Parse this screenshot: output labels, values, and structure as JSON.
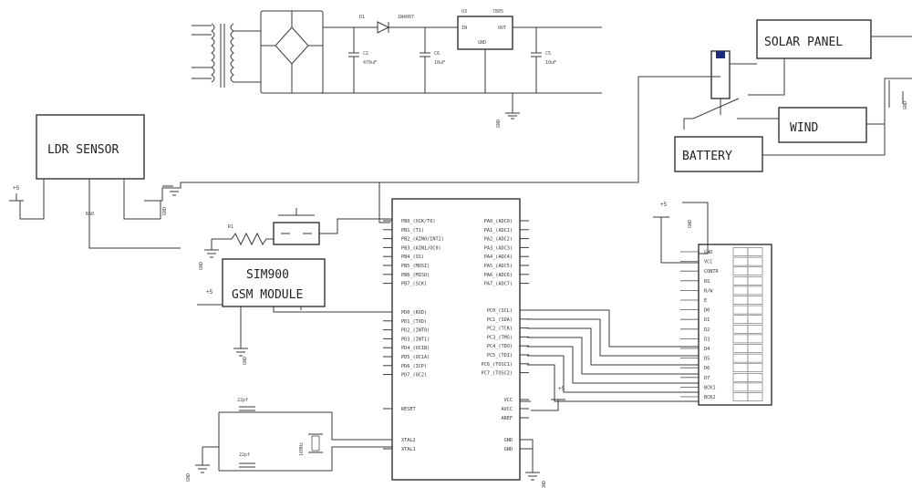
{
  "blocks": {
    "ldr": "LDR SENSOR",
    "solar": "SOLAR PANEL",
    "wind": "WIND",
    "battery": "BATTERY",
    "gsm_line1": "SIM900",
    "gsm_line2": "GSM MODULE"
  },
  "power_supply": {
    "d1": "D1",
    "d1_part": "1N4007",
    "u3": "U3",
    "u3_part": "7805",
    "in": "IN",
    "out": "OUT",
    "gnd": "GND",
    "c2": "C2",
    "c2_val": "470uF",
    "c6": "C6",
    "c6_val": "10uF",
    "c5": "C5",
    "c5_val": "10uF"
  },
  "labels": {
    "vcc": "+5",
    "gnd": "GND",
    "r1": "R1",
    "xtal_cap": "22pf",
    "crystal": "16MHz",
    "reset": "RESET"
  },
  "mcu": {
    "left_top": [
      "PB0_(XCK/T0)",
      "PB1_(T1)",
      "PB2_(AIN0/INT2)",
      "PB3_(AIN1/OC0)",
      "PB4_(SS)",
      "PB5_(MOSI)",
      "PB6_(MISO)",
      "PB7_(SCK)"
    ],
    "left_mid": [
      "PD0_(RXD)",
      "PD1_(TXD)",
      "PD2_(INT0)",
      "PD3_(INT1)",
      "PD4_(OC1B)",
      "PD5_(OC1A)",
      "PD6_(ICP)",
      "PD7_(OC2)"
    ],
    "left_bottom": [
      "RESET",
      "XTAL2",
      "XTAL1"
    ],
    "right_top": [
      "PA0_(ADC0)",
      "PA1_(ADC1)",
      "PA2_(ADC2)",
      "PA3_(ADC3)",
      "PA4_(ADC4)",
      "PA5_(ADC5)",
      "PA6_(ADC6)",
      "PA7_(ADC7)"
    ],
    "right_mid": [
      "PC0_(SCL)",
      "PC1_(SDA)",
      "PC2_(TCK)",
      "PC3_(TMS)",
      "PC4_(TDO)",
      "PC5_(TDI)",
      "PC6_(TOSC1)",
      "PC7_(TOSC2)"
    ],
    "right_bottom": [
      "VCC",
      "AVCC",
      "AREF",
      "GND",
      "GND"
    ]
  },
  "lcd_pins": [
    "GND",
    "VCC",
    "CONTR",
    "RS",
    "R/W",
    "E",
    "D0",
    "D1",
    "D2",
    "D3",
    "D4",
    "D5",
    "D6",
    "D7",
    "BCK1",
    "BCK2"
  ]
}
